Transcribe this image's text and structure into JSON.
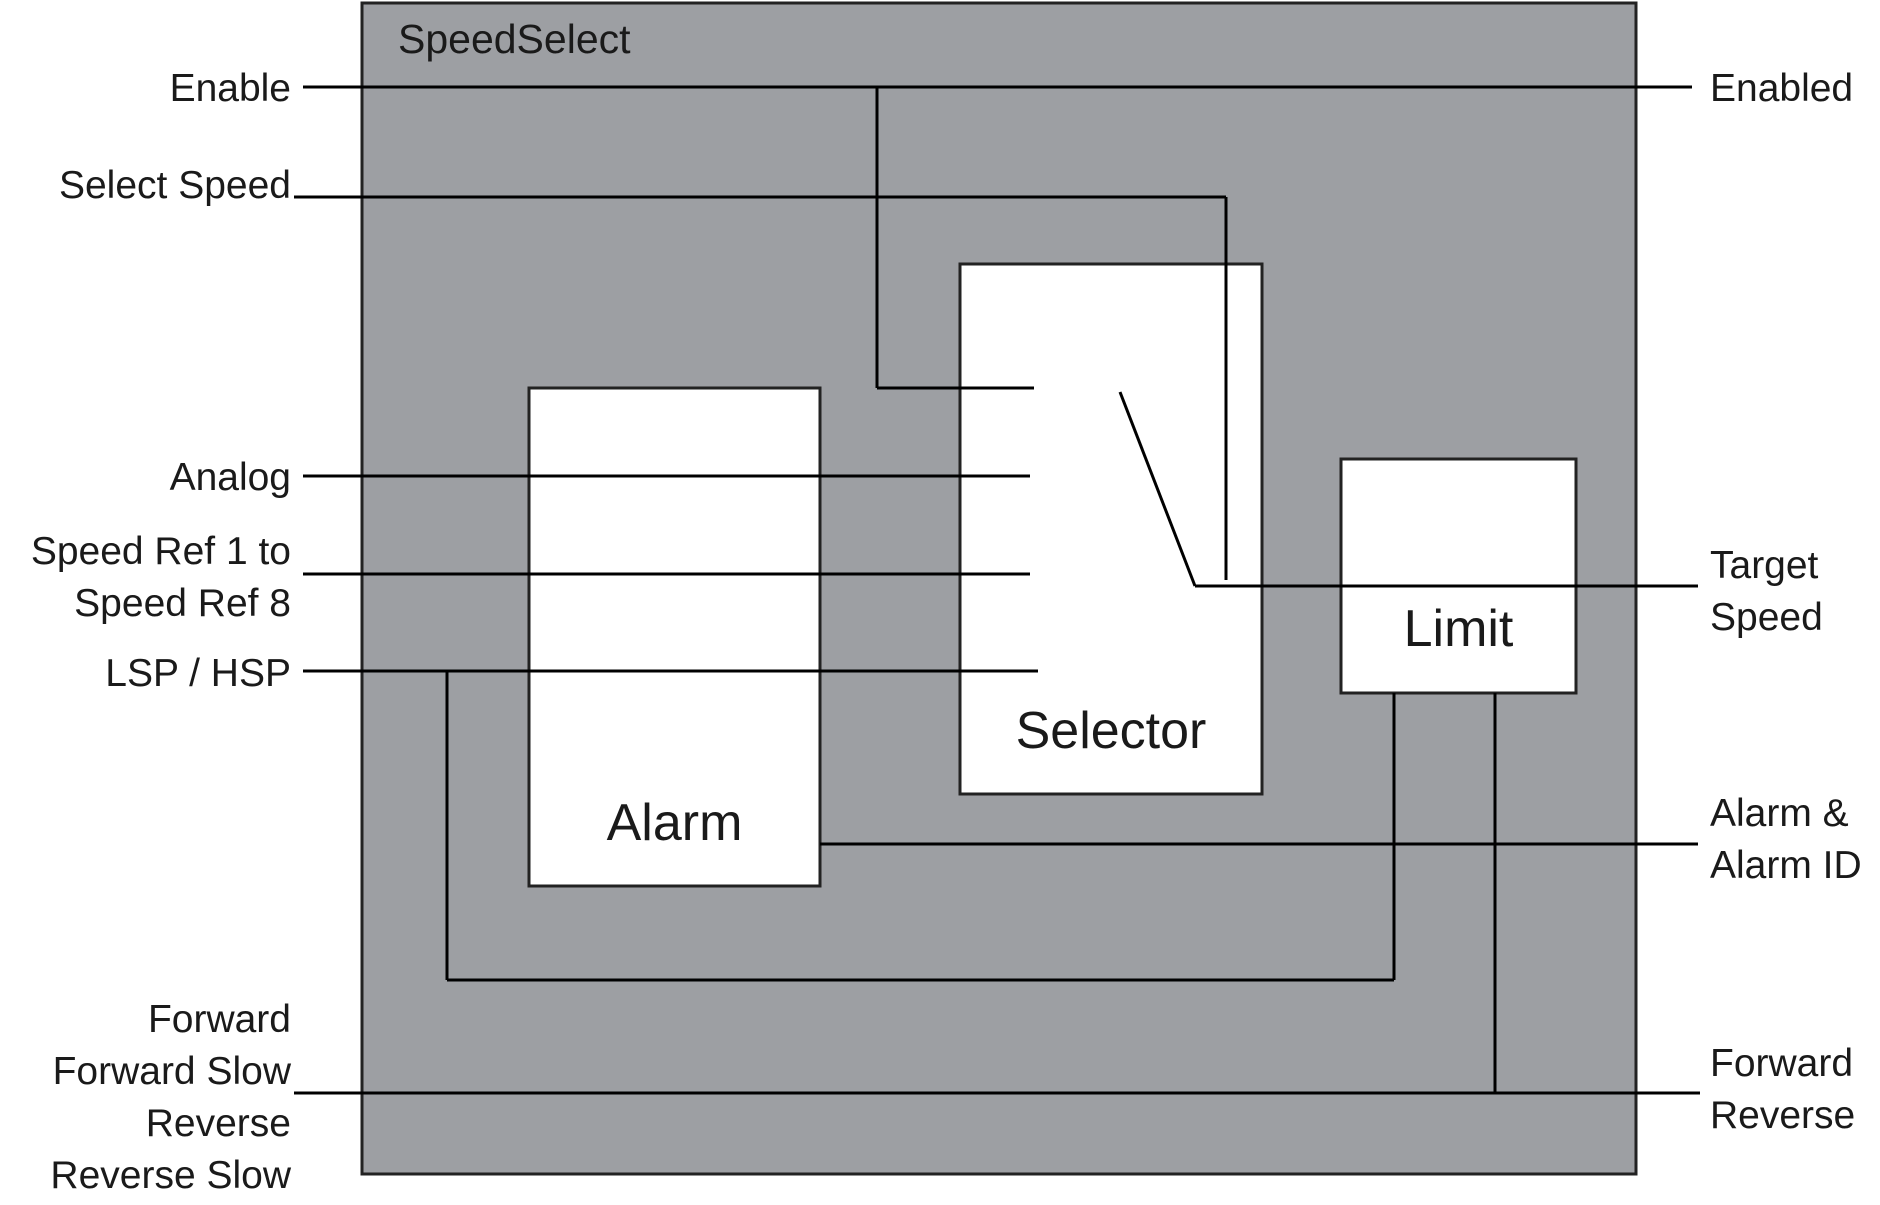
{
  "block": {
    "title": "SpeedSelect",
    "fill": "#9d9fa3",
    "border": "#222222"
  },
  "sub_blocks": {
    "alarm": "Alarm",
    "selector": "Selector",
    "limit": "Limit"
  },
  "inputs": {
    "enable": "Enable",
    "select_speed": "Select Speed",
    "analog": "Analog",
    "speed_ref_line1": "Speed Ref 1 to",
    "speed_ref_line2": "Speed Ref 8",
    "lsp_hsp": "LSP / HSP",
    "dir_line1": "Forward",
    "dir_line2": "Forward Slow",
    "dir_line3": "Reverse",
    "dir_line4": "Reverse Slow"
  },
  "outputs": {
    "enabled": "Enabled",
    "target_line1": "Target",
    "target_line2": "Speed",
    "alarm_line1": "Alarm &",
    "alarm_line2": "Alarm ID",
    "dir_line1": "Forward",
    "dir_line2": "Reverse"
  }
}
